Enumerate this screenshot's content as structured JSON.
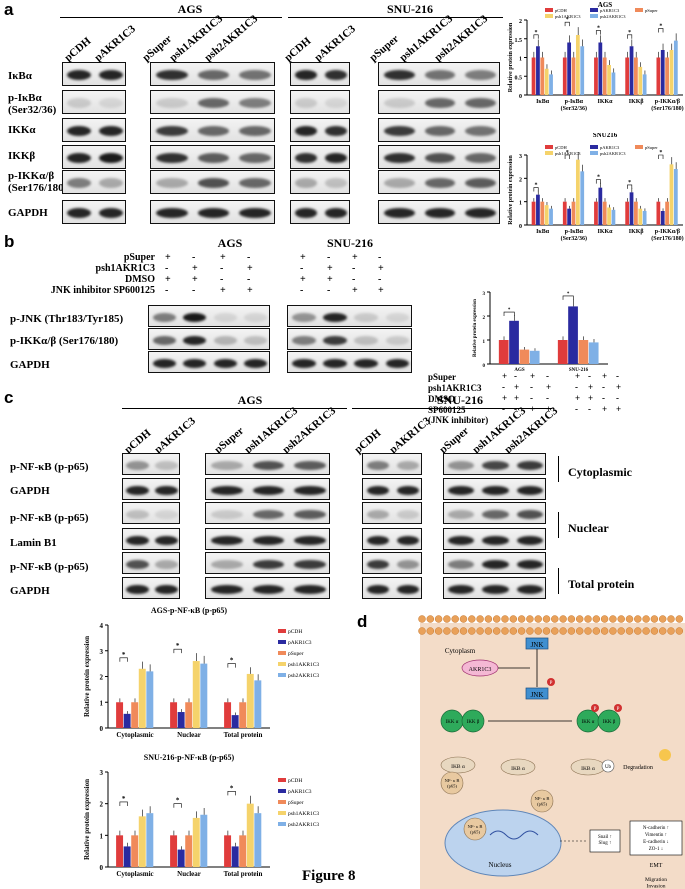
{
  "panels": {
    "a": "a",
    "b": "b",
    "c": "c",
    "d": "d"
  },
  "figure_title": "Figure 8",
  "a": {
    "cells": [
      "AGS",
      "SNU-216"
    ],
    "lanes": [
      "pCDH",
      "pAKR1C3",
      "pSuper",
      "psh1AKR1C3",
      "psh2AKR1C3",
      "pCDH",
      "pAKR1C3",
      "pSuper",
      "psh1AKR1C3",
      "psh2AKR1C3"
    ],
    "rows": [
      "IκBα",
      "p-IκBα\n(Ser32/36)",
      "IKKα",
      "IKKβ",
      "p-IKKα/β\n(Ser176/180)",
      "GAPDH"
    ]
  },
  "b": {
    "cells": [
      "AGS",
      "SNU-216"
    ],
    "cond_labels": [
      "pSuper",
      "psh1AKR1C3",
      "DMSO",
      "JNK inhibitor SP600125"
    ],
    "cond_signs": [
      [
        "+",
        "-",
        "+",
        "-",
        "+",
        "-",
        "+",
        "-"
      ],
      [
        "-",
        "+",
        "-",
        "+",
        "-",
        "+",
        "-",
        "+"
      ],
      [
        "+",
        "+",
        "-",
        "-",
        "+",
        "+",
        "-",
        "-"
      ],
      [
        "-",
        "-",
        "+",
        "+",
        "-",
        "-",
        "+",
        "+"
      ]
    ],
    "rows": [
      "p-JNK (Thr183/Tyr185)",
      "p-IKKα/β (Ser176/180)",
      "GAPDH"
    ],
    "chart_cond_labels": [
      "pSuper",
      "psh1AKR1C3",
      "DMSO",
      "SP600125",
      "(JNK inhibitor)"
    ],
    "chart_cond_signs": [
      [
        "+",
        "-",
        "+",
        "-",
        "+",
        "-",
        "+",
        "-"
      ],
      [
        "-",
        "+",
        "-",
        "+",
        "-",
        "+",
        "-",
        "+"
      ],
      [
        "+",
        "+",
        "-",
        "-",
        "+",
        "+",
        "-",
        "-"
      ],
      [
        "-",
        "-",
        "+",
        "+",
        "-",
        "-",
        "+",
        "+"
      ]
    ]
  },
  "c": {
    "cells": [
      "AGS",
      "SNU-216"
    ],
    "lanes": [
      "pCDH",
      "pAKR1C3",
      "pSuper",
      "psh1AKR1C3",
      "psh2AKR1C3",
      "pCDH",
      "pAKR1C3",
      "pSuper",
      "psh1AKR1C3",
      "psh2AKR1C3"
    ],
    "rows": [
      "p-NF-κB (p-p65)",
      "GAPDH",
      "p-NF-κB (p-p65)",
      "Lamin B1",
      "p-NF-κB (p-p65)",
      "GAPDH"
    ],
    "fractions": [
      "Cytoplasmic",
      "Nuclear",
      "Total protein"
    ]
  },
  "colors": {
    "pCDH": "#e03c3c",
    "pAKR1C3": "#2a2aa0",
    "pSuper": "#f08a5a",
    "psh1AKR1C3": "#f5d36b",
    "psh2AKR1C3": "#7fb0e6"
  },
  "chart_data": [
    {
      "type": "bar",
      "title": "AGS",
      "ylabel": "Relative protein expression",
      "ylim": [
        0,
        2.0
      ],
      "categories": [
        "IκBα",
        "p-IκBα (Ser32/36)",
        "IKKα",
        "IKKβ",
        "p-IKKα/β (Ser176/180)"
      ],
      "series": [
        {
          "name": "pCDH",
          "values": [
            1,
            1,
            1,
            1,
            1
          ]
        },
        {
          "name": "pAKR1C3",
          "values": [
            1.3,
            1.4,
            1.4,
            1.3,
            1.2
          ]
        },
        {
          "name": "pSuper",
          "values": [
            1,
            1,
            1,
            1,
            1
          ]
        },
        {
          "name": "psh1AKR1C3",
          "values": [
            0.7,
            1.6,
            0.8,
            0.75,
            1.2
          ]
        },
        {
          "name": "psh2AKR1C3",
          "values": [
            0.55,
            1.3,
            0.6,
            0.55,
            1.45
          ]
        }
      ]
    },
    {
      "type": "bar",
      "title": "SNU216",
      "ylabel": "Relative protein expression",
      "ylim": [
        0,
        3
      ],
      "categories": [
        "IκBα",
        "p-IκBα (Ser32/36)",
        "IKKα",
        "IKKβ",
        "p-IKKα/β (Ser176/180)"
      ],
      "series": [
        {
          "name": "pCDH",
          "values": [
            1,
            1,
            1,
            1,
            1
          ]
        },
        {
          "name": "pAKR1C3",
          "values": [
            1.3,
            0.7,
            1.6,
            1.4,
            0.6
          ]
        },
        {
          "name": "pSuper",
          "values": [
            1,
            1,
            1,
            1,
            1
          ]
        },
        {
          "name": "psh1AKR1C3",
          "values": [
            0.85,
            2.8,
            0.75,
            0.7,
            2.6
          ]
        },
        {
          "name": "psh2AKR1C3",
          "values": [
            0.7,
            2.3,
            0.65,
            0.6,
            2.4
          ]
        }
      ]
    },
    {
      "type": "bar",
      "ylabel": "Relative protein expression",
      "ylim": [
        0,
        3
      ],
      "categories": [
        "AGS",
        "SNU-216"
      ],
      "series": [
        {
          "values": [
            1,
            1
          ]
        },
        {
          "values": [
            1.8,
            2.4
          ]
        },
        {
          "values": [
            0.6,
            1.0
          ]
        },
        {
          "values": [
            0.55,
            0.9
          ]
        }
      ]
    },
    {
      "type": "bar",
      "title": "AGS-p-NF-κB (p-p65)",
      "ylabel": "Relative protein expression",
      "ylim": [
        0,
        4
      ],
      "categories": [
        "Cytoplasmic",
        "Nuclear",
        "Total protein"
      ],
      "series": [
        {
          "name": "pCDH",
          "values": [
            1,
            1,
            1
          ]
        },
        {
          "name": "pAKR1C3",
          "values": [
            0.55,
            0.62,
            0.5
          ]
        },
        {
          "name": "pSuper",
          "values": [
            1,
            1,
            1
          ]
        },
        {
          "name": "psh1AKR1C3",
          "values": [
            2.3,
            2.6,
            2.1
          ]
        },
        {
          "name": "psh2AKR1C3",
          "values": [
            2.2,
            2.5,
            1.85
          ]
        }
      ]
    },
    {
      "type": "bar",
      "title": "SNU-216-p-NF-κB (p-p65)",
      "ylabel": "Relative protein expression",
      "ylim": [
        0,
        3
      ],
      "categories": [
        "Cytoplasmic",
        "Nuclear",
        "Total protein"
      ],
      "series": [
        {
          "name": "pCDH",
          "values": [
            1,
            1,
            1
          ]
        },
        {
          "name": "pAKR1C3",
          "values": [
            0.65,
            0.55,
            0.65
          ]
        },
        {
          "name": "pSuper",
          "values": [
            1,
            1,
            1
          ]
        },
        {
          "name": "psh1AKR1C3",
          "values": [
            1.6,
            1.55,
            2.0
          ]
        },
        {
          "name": "psh2AKR1C3",
          "values": [
            1.7,
            1.65,
            1.7
          ]
        }
      ]
    }
  ],
  "chart_axis_labels": {
    "ylab": "Relative protein expression",
    "cats_a": [
      "IκBα",
      "p-IκBα\n(Ser32/36)",
      "IKKα",
      "IKKβ",
      "p-IKKα/β\n(Ser176/180)"
    ],
    "cats_c": [
      "Cytoplasmic",
      "Nuclear",
      "Total protein"
    ],
    "cats_b": [
      "AGS",
      "SNU-216"
    ]
  },
  "diagram": {
    "cytoplasm": "Cytoplasm",
    "nucleus": "Nucleus",
    "jnk": "JNK",
    "akr": "AKR1C3",
    "p": "P",
    "ikka": "IKK α",
    "ikkb": "IKK β",
    "ikb": "IKB α",
    "nfkb": "NF- κ B\n(p65)",
    "ub": "Ub",
    "degradation": "Degradation",
    "snail": "Snail ↑\nSlug ↑",
    "markers": [
      "N-cadherin ↑",
      "Vimentin ↑",
      "E-cadherin ↓",
      "ZO-1 ↓"
    ],
    "emt": "EMT",
    "migration": "Migration\nInvasion"
  }
}
